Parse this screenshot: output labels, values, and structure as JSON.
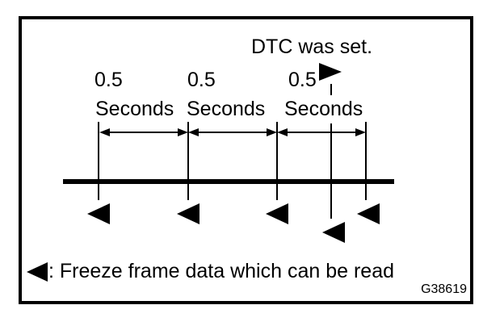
{
  "figure": {
    "title": "DTC was set.",
    "intervals": [
      {
        "value": "0.5",
        "unit": "Seconds"
      },
      {
        "value": "0.5",
        "unit": "Seconds"
      },
      {
        "value": "0.5",
        "unit": "Seconds"
      }
    ],
    "legend": {
      "text": ": Freeze frame data which can be read"
    },
    "figure_id": "G38619",
    "marker_counts": {
      "freeze_frame_markers": 5,
      "dtc_set_markers": 1
    },
    "colors": {
      "ink": "#000000",
      "background": "#ffffff"
    }
  }
}
